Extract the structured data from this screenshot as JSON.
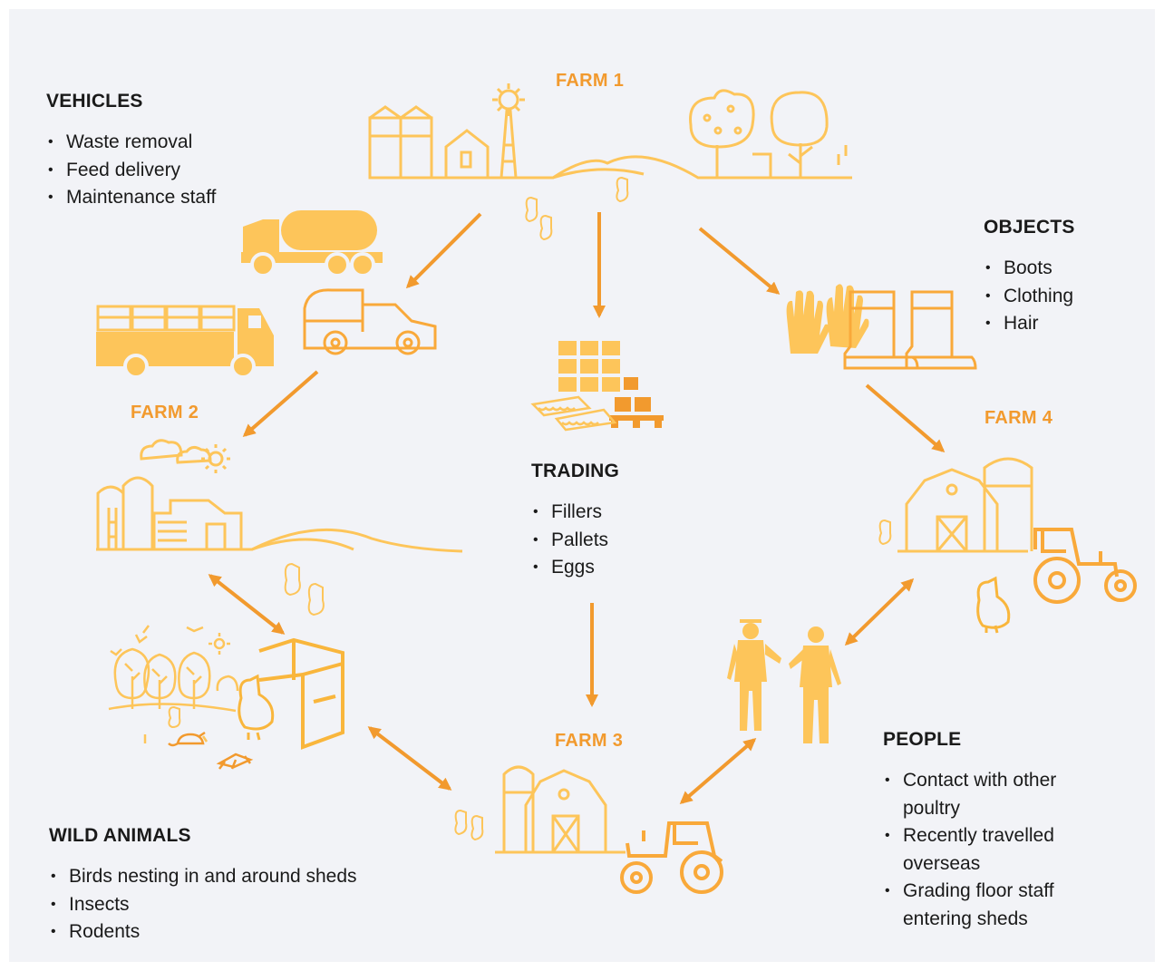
{
  "colors": {
    "background": "#f2f3f7",
    "accent": "#f29a2e",
    "icon_light": "#fdc55a",
    "icon_mid": "#f9b63c",
    "text": "#1a1a1a"
  },
  "farms": {
    "farm1": "FARM 1",
    "farm2": "FARM 2",
    "farm3": "FARM 3",
    "farm4": "FARM 4"
  },
  "sections": {
    "vehicles": {
      "title": "VEHICLES",
      "items": [
        "Waste removal",
        "Feed delivery",
        "Maintenance staff"
      ]
    },
    "objects": {
      "title": "OBJECTS",
      "items": [
        "Boots",
        "Clothing",
        "Hair"
      ]
    },
    "trading": {
      "title": "TRADING",
      "items": [
        "Fillers",
        "Pallets",
        "Eggs"
      ]
    },
    "people": {
      "title": "PEOPLE",
      "items": [
        "Contact with other poultry",
        "Recently travelled overseas",
        "Grading floor staff entering sheds"
      ]
    },
    "wild_animals": {
      "title": "WILD ANIMALS",
      "items": [
        "Birds nesting in and around sheds",
        "Insects",
        "Rodents"
      ]
    }
  },
  "icons": [
    "farm-1-scene-icon",
    "tanker-truck-icon",
    "crate-truck-icon",
    "pickup-truck-icon",
    "gloves-icon",
    "boots-icon",
    "egg-pallets-icon",
    "farm-2-scene-icon",
    "wild-animals-scene-icon",
    "chicken-shed-icon",
    "farm-3-scene-icon",
    "farm-4-scene-icon",
    "farm-workers-icon",
    "chicken-icon",
    "arrow-icon"
  ]
}
